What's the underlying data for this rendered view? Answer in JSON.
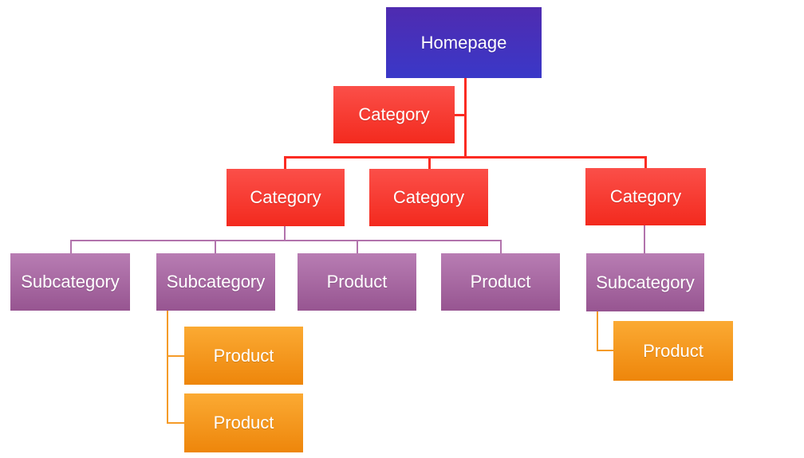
{
  "diagram": {
    "type": "sitemap-hierarchy",
    "background": "#ffffff",
    "colors": {
      "homepage_gradient_top": "#4f2bb0",
      "homepage_gradient_bottom": "#3a38c8",
      "category_gradient_top": "#fb4f49",
      "category_gradient_bottom": "#f32a1e",
      "subcategory_gradient_top": "#b87db3",
      "subcategory_gradient_bottom": "#975591",
      "product_orange_gradient_top": "#fbaa33",
      "product_orange_gradient_bottom": "#ee860b",
      "connector_red": "#fb2b22",
      "connector_purple": "#b273ac",
      "connector_orange": "#f59b28",
      "text": "#ffffff"
    },
    "nodes": {
      "homepage": {
        "label": "Homepage",
        "level": 0
      },
      "category_top": {
        "label": "Category",
        "level": 1
      },
      "category_left": {
        "label": "Category",
        "level": 1
      },
      "category_mid": {
        "label": "Category",
        "level": 1
      },
      "category_right": {
        "label": "Category",
        "level": 1
      },
      "subcategory_1": {
        "label": "Subcategory",
        "level": 2
      },
      "subcategory_2": {
        "label": "Subcategory",
        "level": 2
      },
      "product_purple_1": {
        "label": "Product",
        "level": 2
      },
      "product_purple_2": {
        "label": "Product",
        "level": 2
      },
      "subcategory_3": {
        "label": "Subcategory",
        "level": 2
      },
      "product_orange_1": {
        "label": "Product",
        "level": 3
      },
      "product_orange_2": {
        "label": "Product",
        "level": 3
      },
      "product_orange_3": {
        "label": "Product",
        "level": 3
      }
    },
    "edges": [
      "homepage > category_top",
      "homepage > category_left",
      "homepage > category_mid",
      "homepage > category_right",
      "category_left > subcategory_1",
      "category_left > subcategory_2",
      "category_left > product_purple_1",
      "category_left > product_purple_2",
      "category_right > subcategory_3",
      "subcategory_2 > product_orange_1",
      "subcategory_2 > product_orange_2",
      "subcategory_3 > product_orange_3"
    ]
  }
}
